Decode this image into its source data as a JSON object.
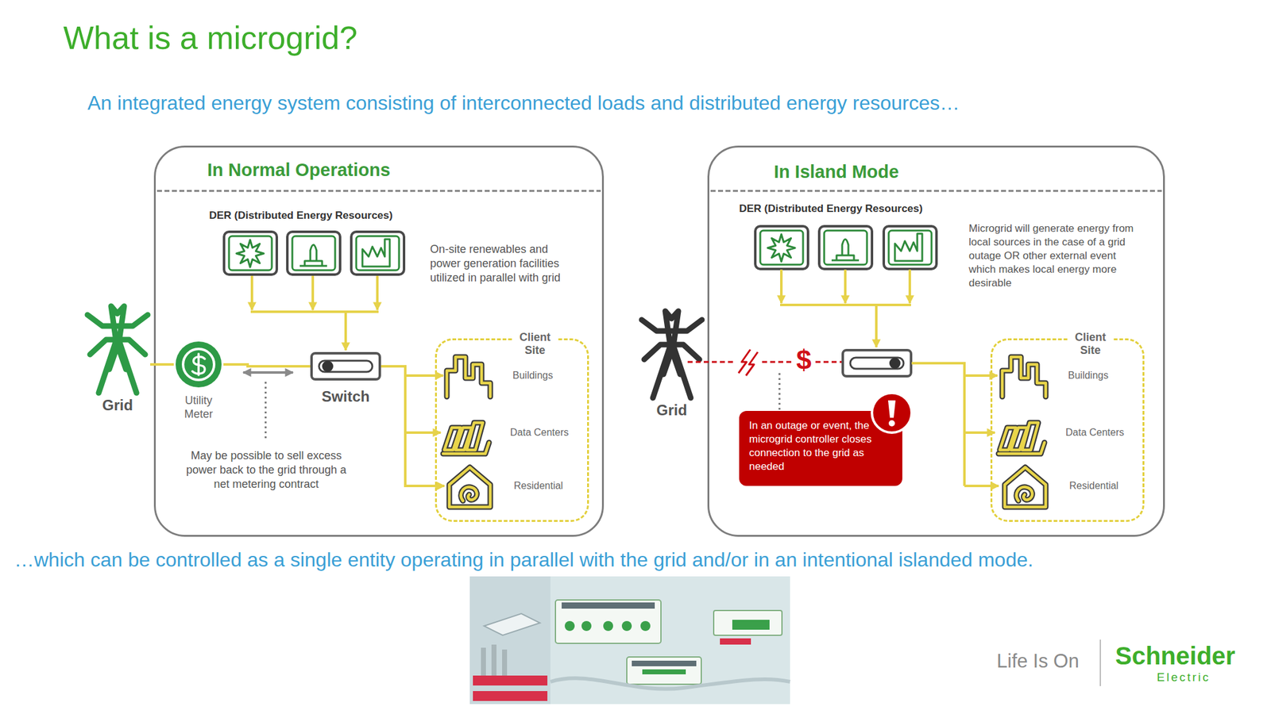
{
  "diagram": {
    "title": "What is a microgrid?",
    "nodes": [
      {
        "text": [
          "In Normal Operations"
        ]
      },
      {
        "text": [
          "Grid"
        ]
      },
      {
        "text": [
          "Utility Meter"
        ],
        "in": 0
      },
      {
        "text": [
          "Switch"
        ],
        "in": 0
      },
      {
        "text": [
          "Client Site"
        ],
        "in": 0
      },
      {
        "text": [
          "Buildings"
        ],
        "in": 4
      },
      {
        "text": [
          "Data Centers"
        ],
        "in": 4
      },
      {
        "text": [
          "Residential"
        ],
        "in": 4
      },
      {
        "text": [
          "In Island Mode"
        ]
      },
      {
        "text": [
          "Grid"
        ]
      },
      {
        "text": [
          "In an outage or event, the microgrid controller closes connection to the grid as needed"
        ],
        "in": 8
      },
      {
        "text": [
          "Client Site"
        ],
        "in": 8
      },
      {
        "text": [
          "Buildings"
        ],
        "in": 11
      },
      {
        "text": [
          "Data Centers"
        ],
        "in": 11
      },
      {
        "text": [
          "Residential"
        ],
        "in": 11
      }
    ],
    "edges": [
      {
        "from": 1,
        "to": 2,
        "arrow": "none"
      },
      {
        "from": 2,
        "to": 3,
        "arrow": "none"
      },
      {
        "from": 3,
        "to": 5,
        "arrow": "to"
      },
      {
        "from": 3,
        "to": 6,
        "arrow": "to"
      },
      {
        "from": 3,
        "to": 7,
        "arrow": "to"
      }
    ],
    "labels": [
      "An integrated energy system consisting of interconnected loads and distributed energy resources…",
      "DER (Distributed Energy Resources)",
      "On-site renewables and power generation facilities utilized in parallel with grid",
      "DER (Distributed Energy Resources)",
      "Microgrid will generate energy from local sources in the case of a grid outage OR other external event which makes local energy more desirable",
      "$",
      "May be possible to sell excess power back to the grid through a net metering contract",
      "…which can be controlled as a single entity operating in parallel with the grid and/or in an intentional islanded mode.",
      "Life Is On",
      "Schneider",
      "Electric"
    ]
  }
}
